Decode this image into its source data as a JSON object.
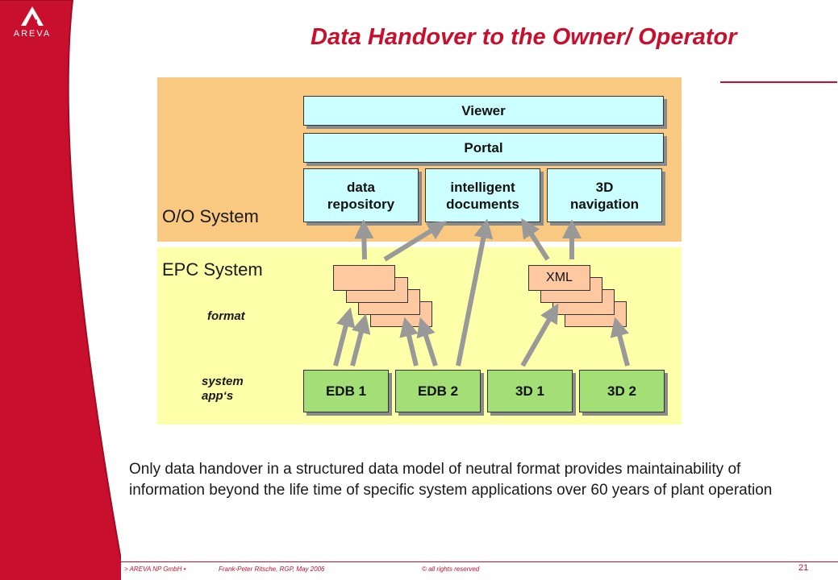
{
  "logo": {
    "brand": "AREVA"
  },
  "title": "Data Handover to the Owner/ Operator",
  "colors": {
    "accent": "#c8102e",
    "oo_panel": "#fac981",
    "epc_panel": "#feffa9",
    "cyan_box": "#ccffff",
    "green_box": "#a4de76",
    "format_box": "#fec9a0",
    "arrow": "#999999"
  },
  "diagram": {
    "oo_label": "O/O System",
    "epc_label": "EPC System",
    "viewer": "Viewer",
    "portal": "Portal",
    "data_repository": "data repository",
    "intelligent_documents": "intelligent documents",
    "nav_3d": "3D navigation",
    "format_label": "format",
    "system_apps_label": "system app‘s",
    "xml_label": "XML",
    "apps": [
      "EDB 1",
      "EDB 2",
      "3D 1",
      "3D 2"
    ]
  },
  "body_text": "Only data handover in a structured data model of neutral format provides maintainability of information beyond the life time of specific system applications over 60 years of plant operation",
  "footer": {
    "company": "> AREVA NP GmbH  •",
    "author": "Frank-Peter Ritsche, RGP, May 2006",
    "rights": "© all rights reserved",
    "page": "21"
  }
}
